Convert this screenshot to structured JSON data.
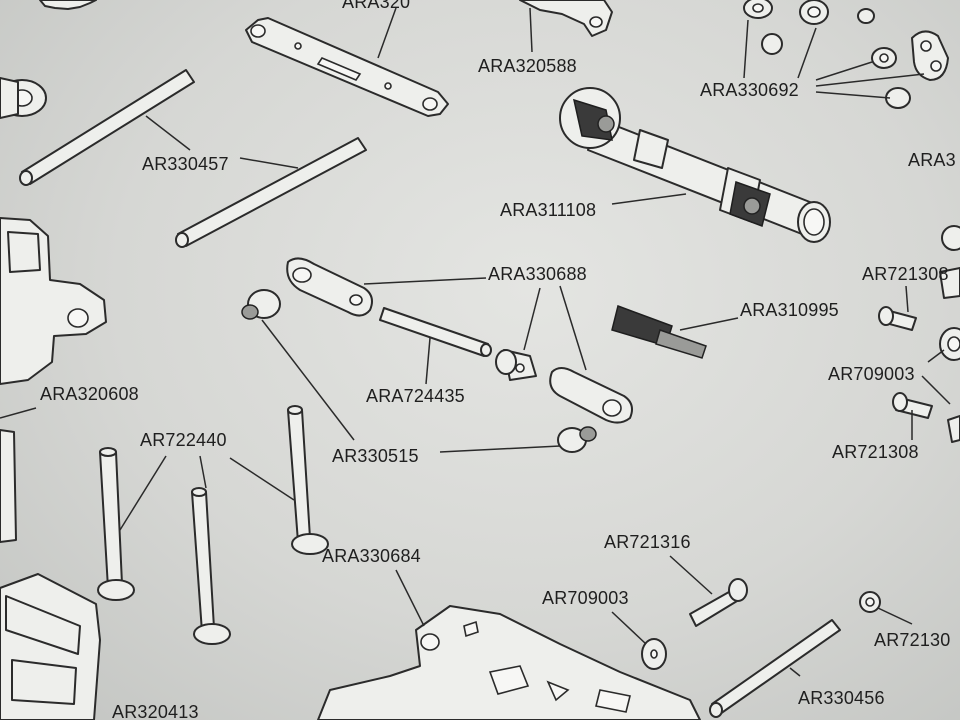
{
  "labels": {
    "ara320_top": "ARA320",
    "ara320588": "ARA320588",
    "ara330692": "ARA330692",
    "ar330457": "AR330457",
    "ara3_right": "ARA3",
    "ara311108": "ARA311108",
    "ara330688": "ARA330688",
    "ar721308_a": "AR721308",
    "ara310995": "ARA310995",
    "ar709003_a": "AR709003",
    "ara724435": "ARA724435",
    "ara320608": "ARA320608",
    "ar722440": "AR722440",
    "ar330515": "AR330515",
    "ar721308_b": "AR721308",
    "ara330684": "ARA330684",
    "ar721316": "AR721316",
    "ar709003_b": "AR709003",
    "ar72130_right": "AR72130",
    "ar330456": "AR330456",
    "ar320413": "AR320413"
  }
}
